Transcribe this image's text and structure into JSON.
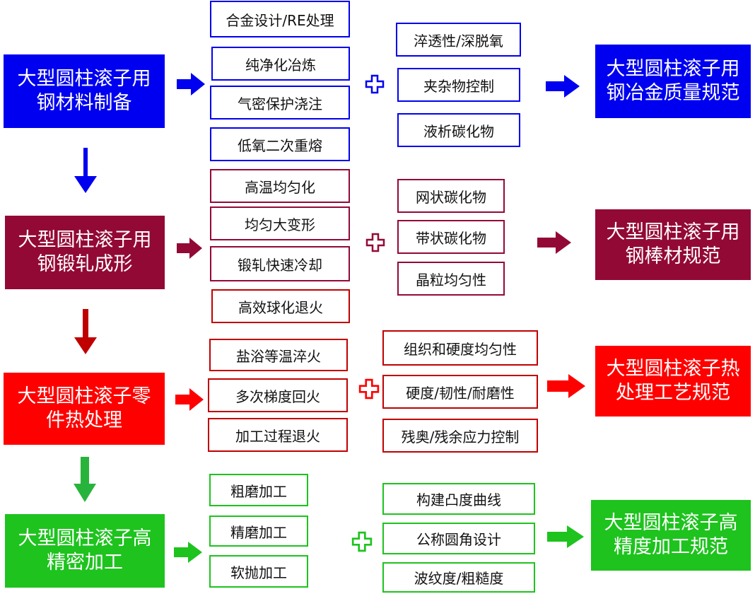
{
  "colors": {
    "blue": "#0000f0",
    "maroon": "#930935",
    "red": "#ff0000",
    "green": "#1ec31e",
    "crimson": "#c00000",
    "green_arrow": "#28b43c"
  },
  "rows": [
    {
      "color_key": "blue",
      "stage": "大型圆柱滚子用钢材料制备",
      "processes": [
        "合金设计/RE处理",
        "纯净化冶炼",
        "气密保护浇注",
        "低氧二次重熔"
      ],
      "qualities": [
        "淬透性/深脱氧",
        "夹杂物控制",
        "液析碳化物"
      ],
      "spec": "大型圆柱滚子用钢冶金质量规范"
    },
    {
      "color_key": "maroon",
      "stage": "大型圆柱滚子用钢锻轧成形",
      "processes": [
        "高温均匀化",
        "均匀大变形",
        "锻轧快速冷却",
        "高效球化退火"
      ],
      "qualities": [
        "网状碳化物",
        "带状碳化物",
        "晶粒均匀性"
      ],
      "spec": "大型圆柱滚子用钢棒材规范"
    },
    {
      "color_key": "red",
      "stage": "大型圆柱滚子零件热处理",
      "processes": [
        "盐浴等温淬火",
        "多次梯度回火",
        "加工过程退火"
      ],
      "qualities": [
        "组织和硬度均匀性",
        "硬度/韧性/耐磨性",
        "残奥/残余应力控制"
      ],
      "spec": "大型圆柱滚子热处理工艺规范"
    },
    {
      "color_key": "green",
      "stage": "大型圆柱滚子高精密加工",
      "processes": [
        "粗磨加工",
        "精磨加工",
        "软抛加工"
      ],
      "qualities": [
        "构建凸度曲线",
        "公称圆角设计",
        "波纹度/粗糙度"
      ],
      "spec": "大型圆柱滚子高精度加工规范"
    }
  ],
  "down_arrows": [
    {
      "color_key": "blue"
    },
    {
      "color_key": "crimson"
    },
    {
      "color_key": "green_arrow"
    }
  ]
}
